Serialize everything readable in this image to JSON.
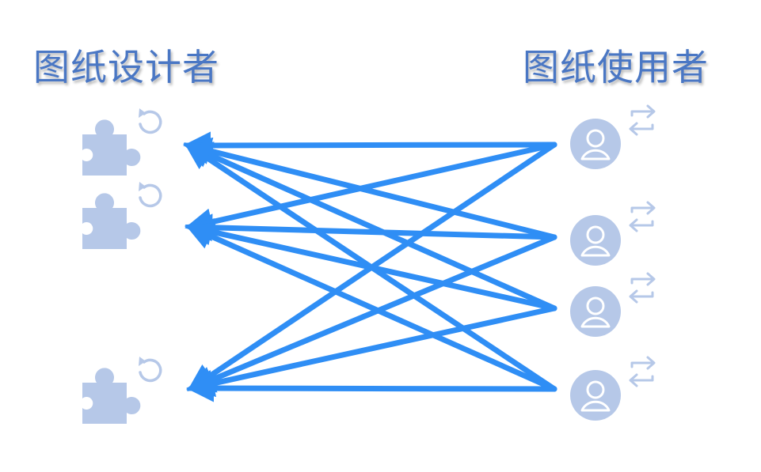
{
  "titles": {
    "designers": "图纸设计者",
    "users": "图纸使用者"
  },
  "colors": {
    "title": "#4a77c4",
    "icon": "#b6c8e8",
    "arrow": "#2f8ef5"
  },
  "designers": [
    {
      "icon": "puzzle-piece-icon",
      "badge": "refresh-icon"
    },
    {
      "icon": "puzzle-piece-icon",
      "badge": "refresh-icon"
    },
    {
      "icon": "puzzle-piece-icon",
      "badge": "refresh-icon"
    }
  ],
  "users": [
    {
      "icon": "user-avatar-icon",
      "badge": "swap-arrows-icon"
    },
    {
      "icon": "user-avatar-icon",
      "badge": "swap-arrows-icon"
    },
    {
      "icon": "user-avatar-icon",
      "badge": "swap-arrows-icon"
    },
    {
      "icon": "user-avatar-icon",
      "badge": "swap-arrows-icon"
    }
  ],
  "connections": [
    {
      "from_user": 0,
      "to_designer": 0
    },
    {
      "from_user": 0,
      "to_designer": 1
    },
    {
      "from_user": 0,
      "to_designer": 2
    },
    {
      "from_user": 1,
      "to_designer": 0
    },
    {
      "from_user": 1,
      "to_designer": 1
    },
    {
      "from_user": 1,
      "to_designer": 2
    },
    {
      "from_user": 2,
      "to_designer": 0
    },
    {
      "from_user": 2,
      "to_designer": 1
    },
    {
      "from_user": 2,
      "to_designer": 2
    },
    {
      "from_user": 3,
      "to_designer": 0
    },
    {
      "from_user": 3,
      "to_designer": 1
    },
    {
      "from_user": 3,
      "to_designer": 2
    }
  ]
}
